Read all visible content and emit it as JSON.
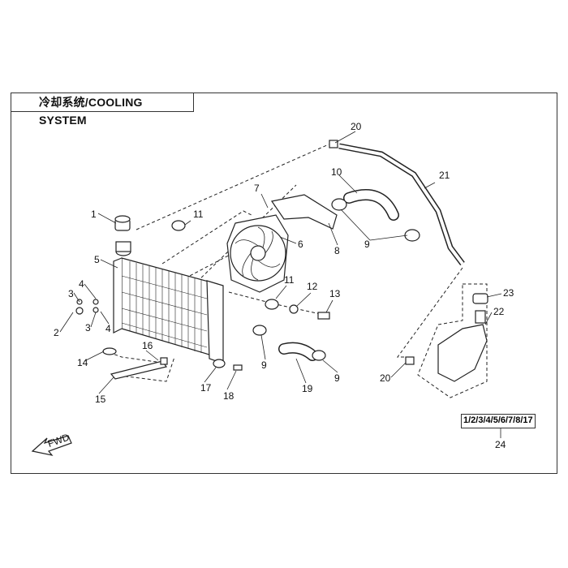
{
  "title": "冷却系统/COOLING SYSTEM",
  "fwd_label": "FWD",
  "kit_box": "1/2/3/4/5/6/7/8/17",
  "callouts": [
    "1",
    "2",
    "3",
    "3",
    "4",
    "4",
    "5",
    "6",
    "7",
    "8",
    "9",
    "9",
    "9",
    "10",
    "11",
    "11",
    "12",
    "13",
    "14",
    "15",
    "16",
    "17",
    "18",
    "19",
    "20",
    "20",
    "21",
    "22",
    "23",
    "24"
  ],
  "parts": {
    "radiator": "radiator",
    "fan": "cooling-fan",
    "expansion_tank": "expansion-tank"
  }
}
